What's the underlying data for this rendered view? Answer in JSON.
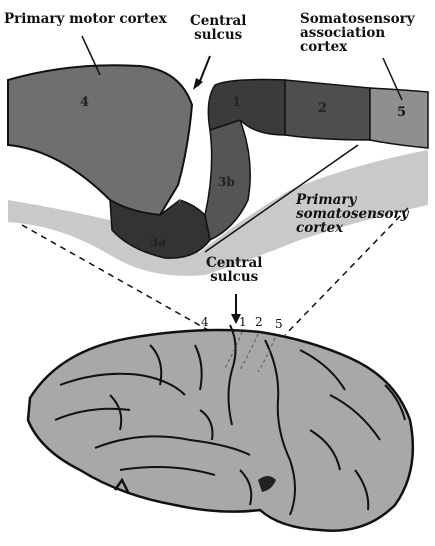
{
  "labels": {
    "primary_motor": "Primary motor cortex",
    "central_sulcus_top_line1": "Central",
    "central_sulcus_top_line2": "sulcus",
    "somato_assoc_line1": "Somatosensory",
    "somato_assoc_line2": "association cortex",
    "primary_somato_line1": "Primary",
    "primary_somato_line2": "somatosensory",
    "primary_somato_line3": "cortex",
    "central_sulcus_bottom_line1": "Central",
    "central_sulcus_bottom_line2": "sulcus"
  },
  "areas": {
    "area4": "4",
    "area1": "1",
    "area2": "2",
    "area5": "5",
    "area3a": "3a",
    "area3b": "3b"
  },
  "brain_numbers": {
    "n4": "4",
    "n1": "1",
    "n2": "2",
    "n5": "5"
  },
  "colors": {
    "area4": "#6f6f6f",
    "area3a": "#333333",
    "area3b": "#555555",
    "area1": "#3b3b3b",
    "area2": "#4e4e4e",
    "area5": "#8f8f8f",
    "white_matter": "#c9c9c9",
    "brain": "#a8a8a8"
  }
}
